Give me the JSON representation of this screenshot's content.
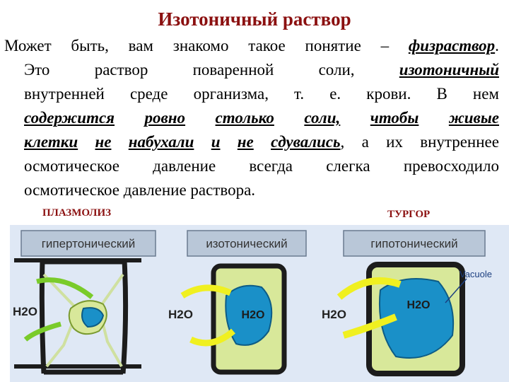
{
  "slide": {
    "title": "Изотоничный раствор",
    "paragraph": {
      "line1": [
        "Может",
        "быть,",
        "вам",
        "знакомо",
        "такое",
        "понятие",
        "–"
      ],
      "line1_emph": "физраствор",
      "line1_end": ".",
      "line2_plain": [
        "Это",
        "раствор",
        "поваренной",
        "соли,"
      ],
      "line2_emph": "изотоничный",
      "line3": [
        "внутренней",
        "среде",
        "организма,",
        "т.",
        "е.",
        "крови.",
        "В",
        "нем"
      ],
      "line4_emph": [
        "содержится",
        "ровно",
        "столько",
        "соли,",
        "чтобы",
        "живые"
      ],
      "line5_emph": [
        "клетки",
        "не",
        "набухали",
        "и",
        "не",
        "сдувались"
      ],
      "line5_rest": [
        ",",
        "а",
        "их",
        "внутреннее"
      ],
      "line6": [
        "осмотическое",
        "давление",
        "всегда",
        "слегка",
        "превосходило"
      ],
      "line7": "осмотическое давление раствора."
    },
    "label_left": "ПЛАЗМОЛИЗ",
    "label_right": "ТУРГОР"
  },
  "diagram": {
    "panels": [
      {
        "label": "гипертонический",
        "water": "H2O"
      },
      {
        "label": "изотонический",
        "water": "H2O",
        "nucleus": "H2O"
      },
      {
        "label": "гипотонический",
        "water": "H2O",
        "nucleus": "H2O",
        "vacuole": "Vacuole"
      }
    ]
  },
  "colors": {
    "title": "#8b1010",
    "panel_bg": "#dfe8f5",
    "label_box": "#b9c7d8",
    "cytoplasm": "#d8e89a",
    "vacuole": "#1a90c8",
    "arrow": "#f0f020",
    "arrow_green": "#7acb2a"
  }
}
